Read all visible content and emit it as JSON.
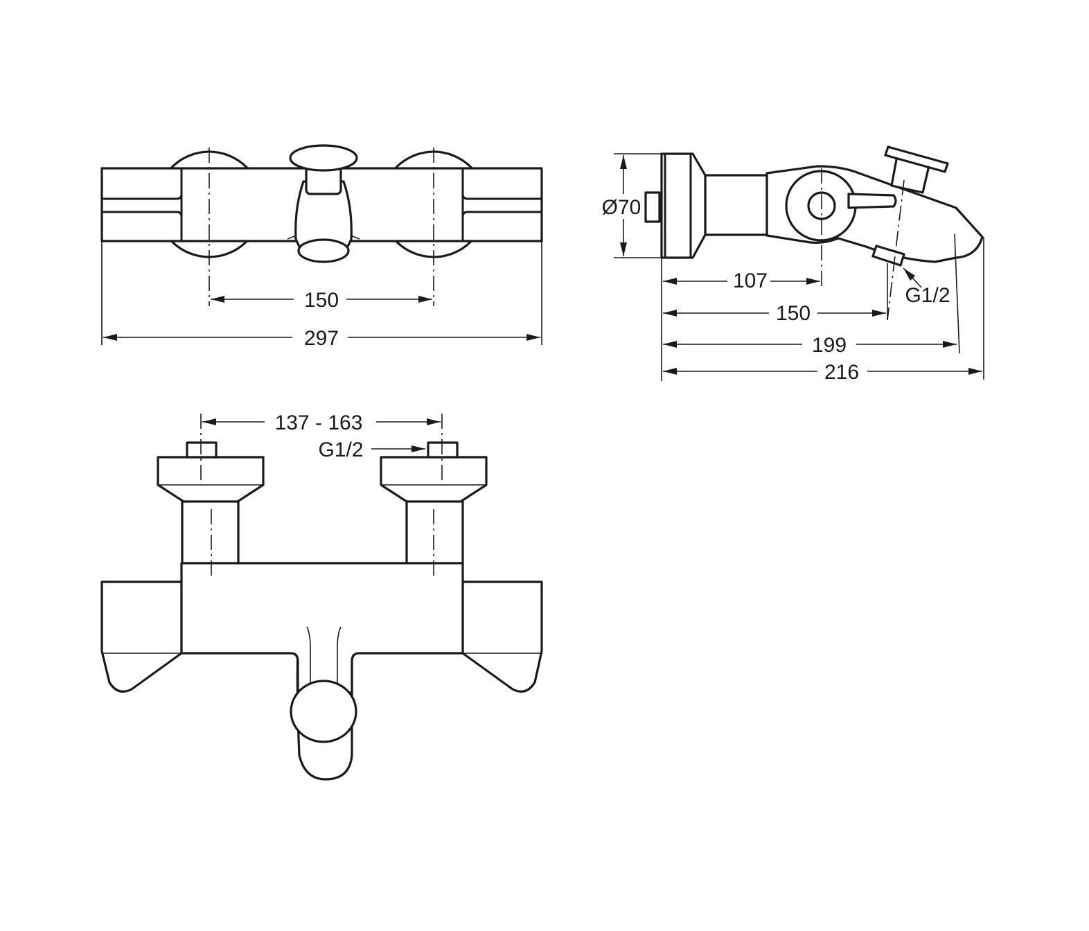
{
  "top_view": {
    "dim_center": "150",
    "dim_overall": "297"
  },
  "side_view": {
    "dim_diameter": "Ø70",
    "dim_107": "107",
    "dim_150": "150",
    "dim_199": "199",
    "dim_216": "216",
    "thread_label": "G1/2"
  },
  "front_view": {
    "dim_range": "137 - 163",
    "thread_label": "G1/2"
  },
  "colors": {
    "line": "#1a1a1a",
    "background": "#ffffff"
  }
}
